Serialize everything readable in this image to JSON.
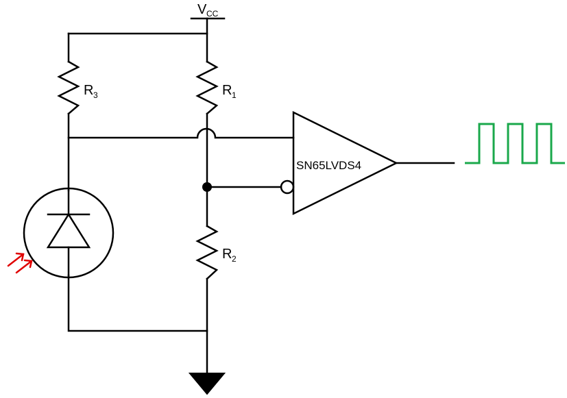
{
  "labels": {
    "vcc_main": "V",
    "vcc_sub": "CC",
    "r1_main": "R",
    "r1_sub": "1",
    "r2_main": "R",
    "r2_sub": "2",
    "r3_main": "R",
    "r3_sub": "3",
    "comparator": "SN65LVDS4"
  },
  "colors": {
    "wire": "#000000",
    "light_arrows": "#e00000",
    "output_waveform": "#1aa84b"
  },
  "icons": {
    "photodiode": "photodiode-icon",
    "ground": "ground-icon",
    "light_arrows": "light-arrows-icon",
    "waveform": "square-wave-icon"
  }
}
